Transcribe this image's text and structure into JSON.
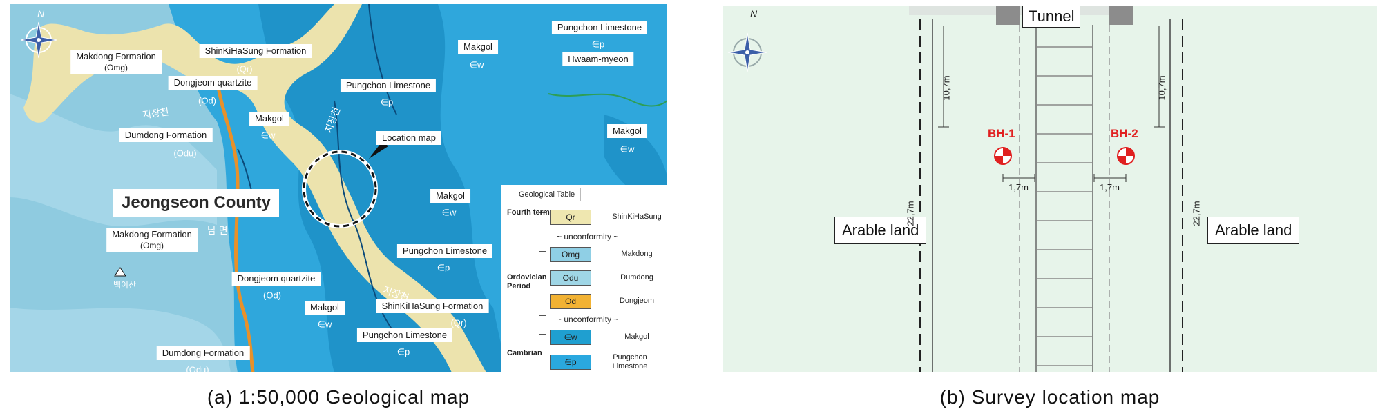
{
  "map_a": {
    "county": "Jeongseon County",
    "labels": [
      {
        "id": "makdong-1",
        "name": "Makdong Formation",
        "sym": "(Omg)"
      },
      {
        "id": "shinki-1",
        "name": "ShinKiHaSung Formation",
        "sym": "(Qr)"
      },
      {
        "id": "dongjeom-1",
        "name": "Dongjeom quartzite",
        "sym": "(Od)"
      },
      {
        "id": "makgol-top",
        "name": "Makgol",
        "sym": "∈w"
      },
      {
        "id": "pungchon-tr",
        "name": "Pungchon Limestone",
        "sym": "∈p"
      },
      {
        "id": "hwaam",
        "name": "Hwaam-myeon",
        "sym": ""
      },
      {
        "id": "pungchon-mid",
        "name": "Pungchon Limestone",
        "sym": "∈p"
      },
      {
        "id": "makgol-left",
        "name": "Makgol",
        "sym": "∈w"
      },
      {
        "id": "dumdong-1",
        "name": "Dumdong Formation",
        "sym": "(Odu)"
      },
      {
        "id": "location",
        "name": "Location map",
        "sym": ""
      },
      {
        "id": "makgol-right",
        "name": "Makgol",
        "sym": "∈w"
      },
      {
        "id": "makgol-center",
        "name": "Makgol",
        "sym": "∈w"
      },
      {
        "id": "makdong-2",
        "name": "Makdong Formation",
        "sym": "(Omg)"
      },
      {
        "id": "pungchon-low",
        "name": "Pungchon Limestone",
        "sym": "∈p"
      },
      {
        "id": "dongjeom-2",
        "name": "Dongjeom quartzite",
        "sym": "(Od)"
      },
      {
        "id": "makgol-low",
        "name": "Makgol",
        "sym": "∈w"
      },
      {
        "id": "shinki-2",
        "name": "ShinKiHaSung Formation",
        "sym": "(Qr)"
      },
      {
        "id": "pungchon-bot",
        "name": "Pungchon Limestone",
        "sym": "∈p"
      },
      {
        "id": "dumdong-2",
        "name": "Dumdong Formation",
        "sym": "(Odu)"
      }
    ],
    "korean": {
      "river1": "지장천",
      "river2": "지장천",
      "river3": "지장천",
      "myeon": "남 면",
      "mountain": "백이산"
    },
    "north": "N",
    "legend": {
      "title": "Geological Table",
      "fourth_term": "Fourth term",
      "ordovician": "Ordovician Period",
      "cambrian": "Cambrian",
      "unconformity": "~ unconformity ~",
      "units": [
        {
          "code": "Qr",
          "name": "ShinKiHaSung",
          "color": "#efe7b0"
        },
        {
          "code": "Omg",
          "name": "Makdong",
          "color": "#8fcfe5"
        },
        {
          "code": "Odu",
          "name": "Dumdong",
          "color": "#9fd6e6"
        },
        {
          "code": "Od",
          "name": "Dongjeom",
          "color": "#f2b233"
        },
        {
          "code": "∈w",
          "name": "Makgol",
          "color": "#1f9fd0"
        },
        {
          "code": "∈p",
          "name": "Pungchon Limestone",
          "color": "#2aa8df"
        }
      ]
    }
  },
  "map_b": {
    "tunnel": "Tunnel",
    "arable_left": "Arable land",
    "arable_right": "Arable land",
    "bh1": "BH-1",
    "bh2": "BH-2",
    "dim_107_left": "10,7m",
    "dim_107_right": "10,7m",
    "dim_227_left": "22,7m",
    "dim_227_right": "22,7m",
    "dim_17_left": "1,7m",
    "dim_17_right": "1,7m",
    "north": "N"
  },
  "captions": {
    "a": "(a) 1:50,000 Geological map",
    "b": "(b) Survey location map"
  },
  "colors": {
    "limestone_blue": "#2fa7dc",
    "makgol_blue": "#1f93c9",
    "makdong_light": "#8fcbe0",
    "sand": "#ece3ad",
    "orange": "#e8912a",
    "field_green": "#e7f4ea",
    "borehole_red": "#e02020"
  }
}
